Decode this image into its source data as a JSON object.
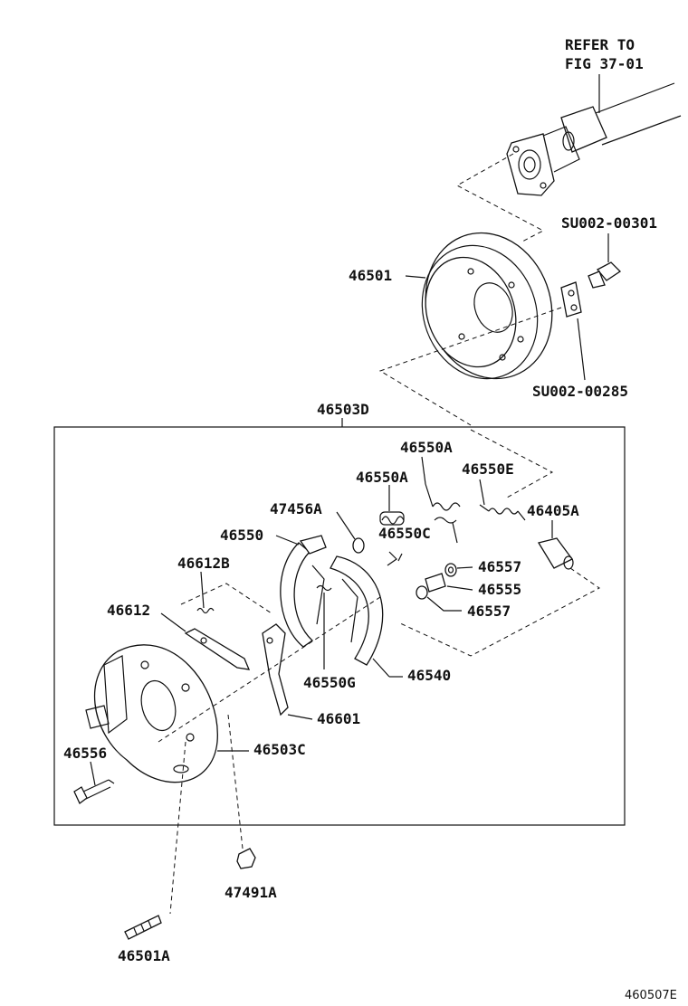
{
  "refer": {
    "line1": "REFER TO",
    "line2": "FIG 37-01"
  },
  "labels": {
    "su_00301": "SU002-00301",
    "p46501": "46501",
    "su_00285": "SU002-00285",
    "p46503D": "46503D",
    "p46550A_top": "46550A",
    "p46550A": "46550A",
    "p46550E": "46550E",
    "p47456A": "47456A",
    "p46405A": "46405A",
    "p46550": "46550",
    "p46550C": "46550C",
    "p46612B": "46612B",
    "p46557_a": "46557",
    "p46555": "46555",
    "p46557_b": "46557",
    "p46612": "46612",
    "p46550G": "46550G",
    "p46540": "46540",
    "p46601": "46601",
    "p46556": "46556",
    "p46503C": "46503C",
    "p47491A": "47491A",
    "p46501A": "46501A"
  },
  "figure_code": "460507E"
}
